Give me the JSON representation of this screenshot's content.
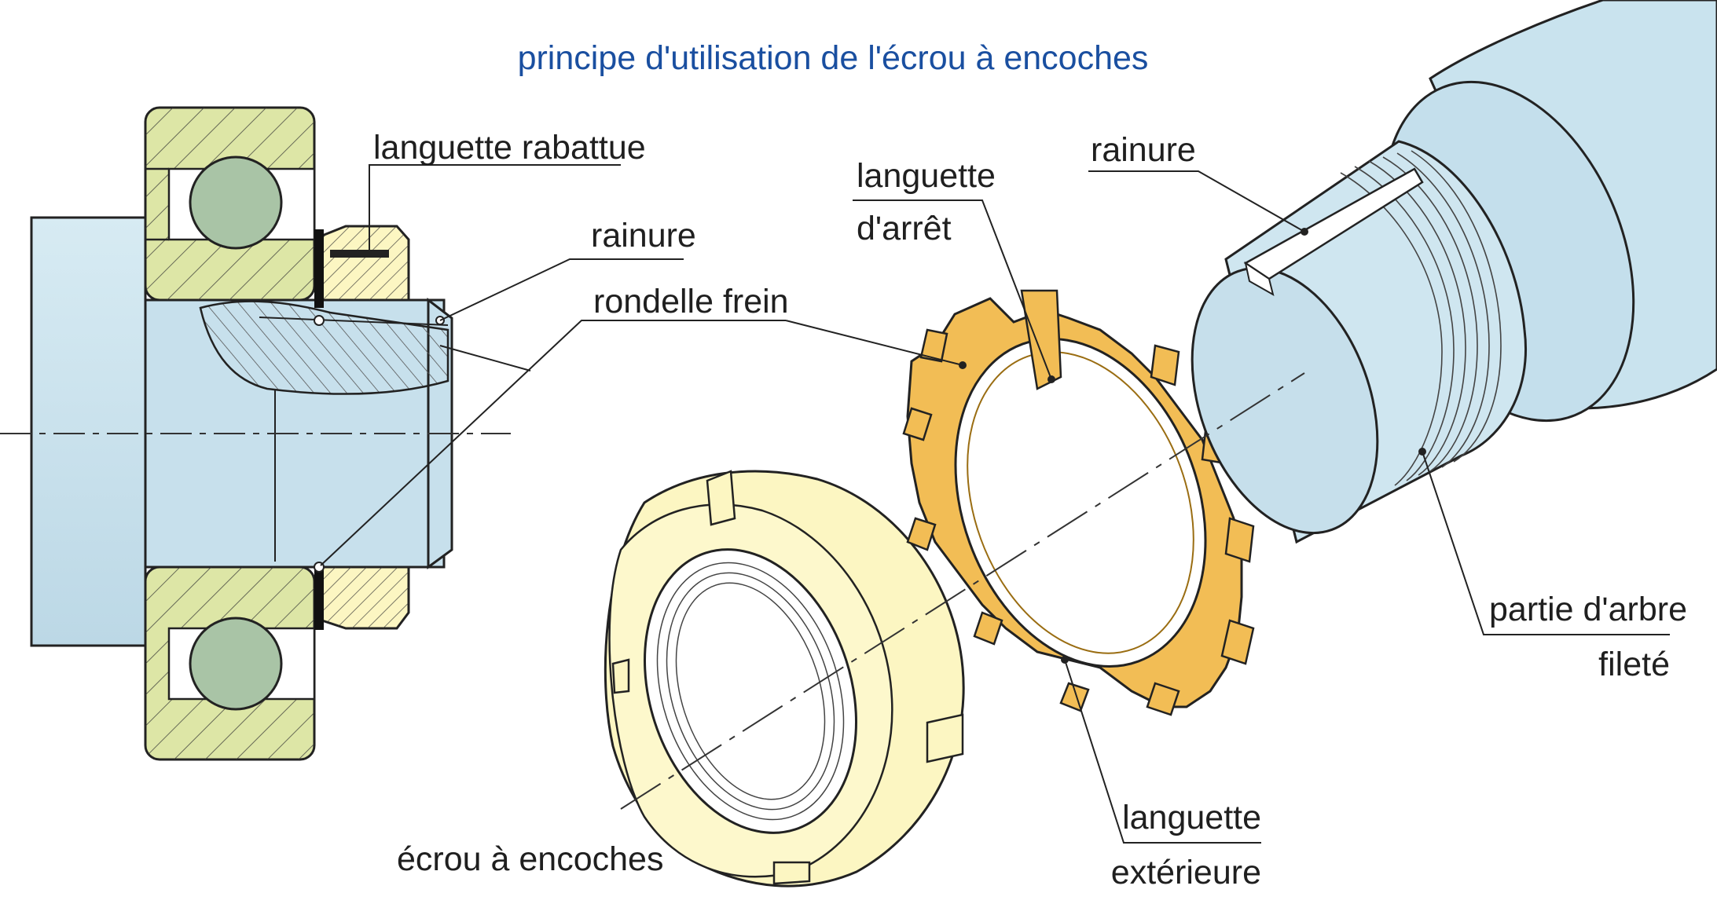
{
  "title": "principe d'utilisation de l'écrou à encoches",
  "labels": {
    "languette_rabattue": "languette rabattue",
    "rainure_left": "rainure",
    "rondelle_frein": "rondelle frein",
    "languette_arret_1": "languette",
    "languette_arret_2": "d'arrêt",
    "rainure_right": "rainure",
    "partie_arbre_1": "partie d'arbre",
    "partie_arbre_2": "fileté",
    "languette_ext_1": "languette",
    "languette_ext_2": "extérieure",
    "ecrou": "écrou à encoches"
  },
  "colors": {
    "shaft_blue": "#c9e3ee",
    "bearing_green": "#dde6a6",
    "ball_green": "#a9c4a6",
    "nut_cream": "#fcf6c2",
    "washer_orange": "#f2bd55",
    "title_blue": "#1a4fa0"
  }
}
